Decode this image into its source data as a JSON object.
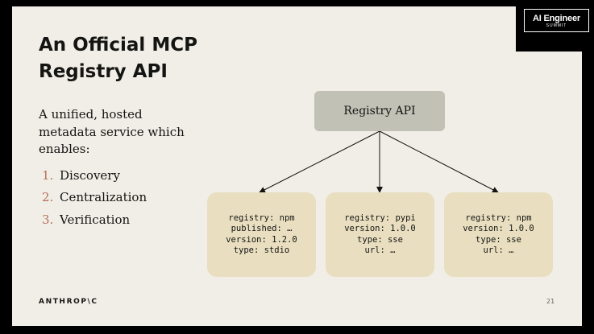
{
  "slide": {
    "title_line1": "An Official MCP",
    "title_line2": "Registry API",
    "description": "A unified, hosted metadata service which enables:",
    "steps": [
      {
        "num": "1.",
        "label": "Discovery"
      },
      {
        "num": "2.",
        "label": "Centralization"
      },
      {
        "num": "3.",
        "label": "Verification"
      }
    ],
    "footer_logo": "ANTHROP\\C",
    "page_number": "21"
  },
  "badge": {
    "line1": "AI Engineer",
    "line2": "SUMMIT"
  },
  "diagram": {
    "root": "Registry API",
    "cards": [
      {
        "lines": [
          "registry: npm",
          "published: …",
          "version: 1.2.0",
          "type: stdio"
        ]
      },
      {
        "lines": [
          "registry: pypi",
          "version: 1.0.0",
          "type: sse",
          "url: …"
        ]
      },
      {
        "lines": [
          "registry: npm",
          "version: 1.0.0",
          "type: sse",
          "url: …"
        ]
      }
    ]
  },
  "colors": {
    "background": "#f0eee6",
    "root_box": "#c2c1b5",
    "card": "#e9dfc0",
    "step_number": "#b5705b",
    "text": "#141413"
  }
}
